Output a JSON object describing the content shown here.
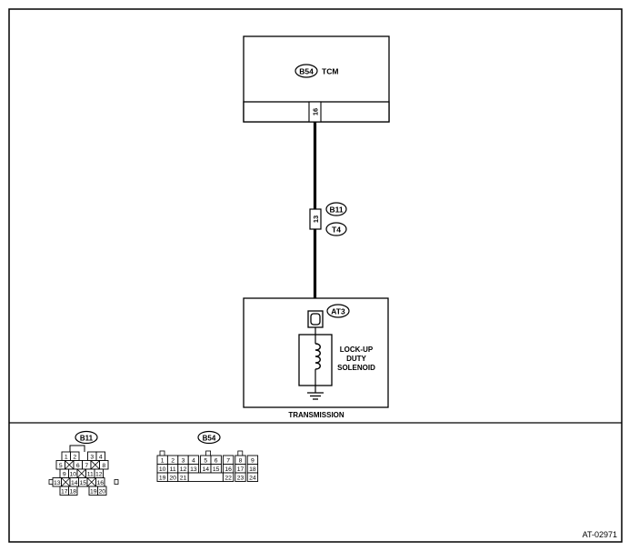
{
  "tcm": {
    "connector": "B54",
    "label": "TCM",
    "pin": "16"
  },
  "joint": {
    "pin": "13",
    "connector_top": "B11",
    "connector_bottom": "T4"
  },
  "transmission": {
    "label": "TRANSMISSION",
    "connector": "AT3",
    "solenoid_line1": "LOCK-UP",
    "solenoid_line2": "DUTY",
    "solenoid_line3": "SOLENOID"
  },
  "connector_views": {
    "b11": {
      "label": "B11",
      "rows": [
        [
          "1",
          "2",
          "",
          "3",
          "4"
        ],
        [
          "5",
          "6",
          "7",
          "8"
        ],
        [
          "9",
          "10",
          "11",
          "12"
        ],
        [
          "13",
          "14",
          "15",
          "16"
        ],
        [
          "17",
          "18",
          "",
          "19",
          "20"
        ]
      ]
    },
    "b54": {
      "label": "B54",
      "rows": [
        [
          "1",
          "2",
          "3",
          "4",
          "5",
          "6",
          "7",
          "8",
          "9"
        ],
        [
          "10",
          "11",
          "12",
          "13",
          "14",
          "15",
          "16",
          "17",
          "18"
        ],
        [
          "19",
          "20",
          "21",
          "22",
          "23",
          "24"
        ]
      ]
    }
  },
  "figure_id": "AT-02971",
  "colors": {
    "line": "#000000",
    "background": "#ffffff"
  }
}
